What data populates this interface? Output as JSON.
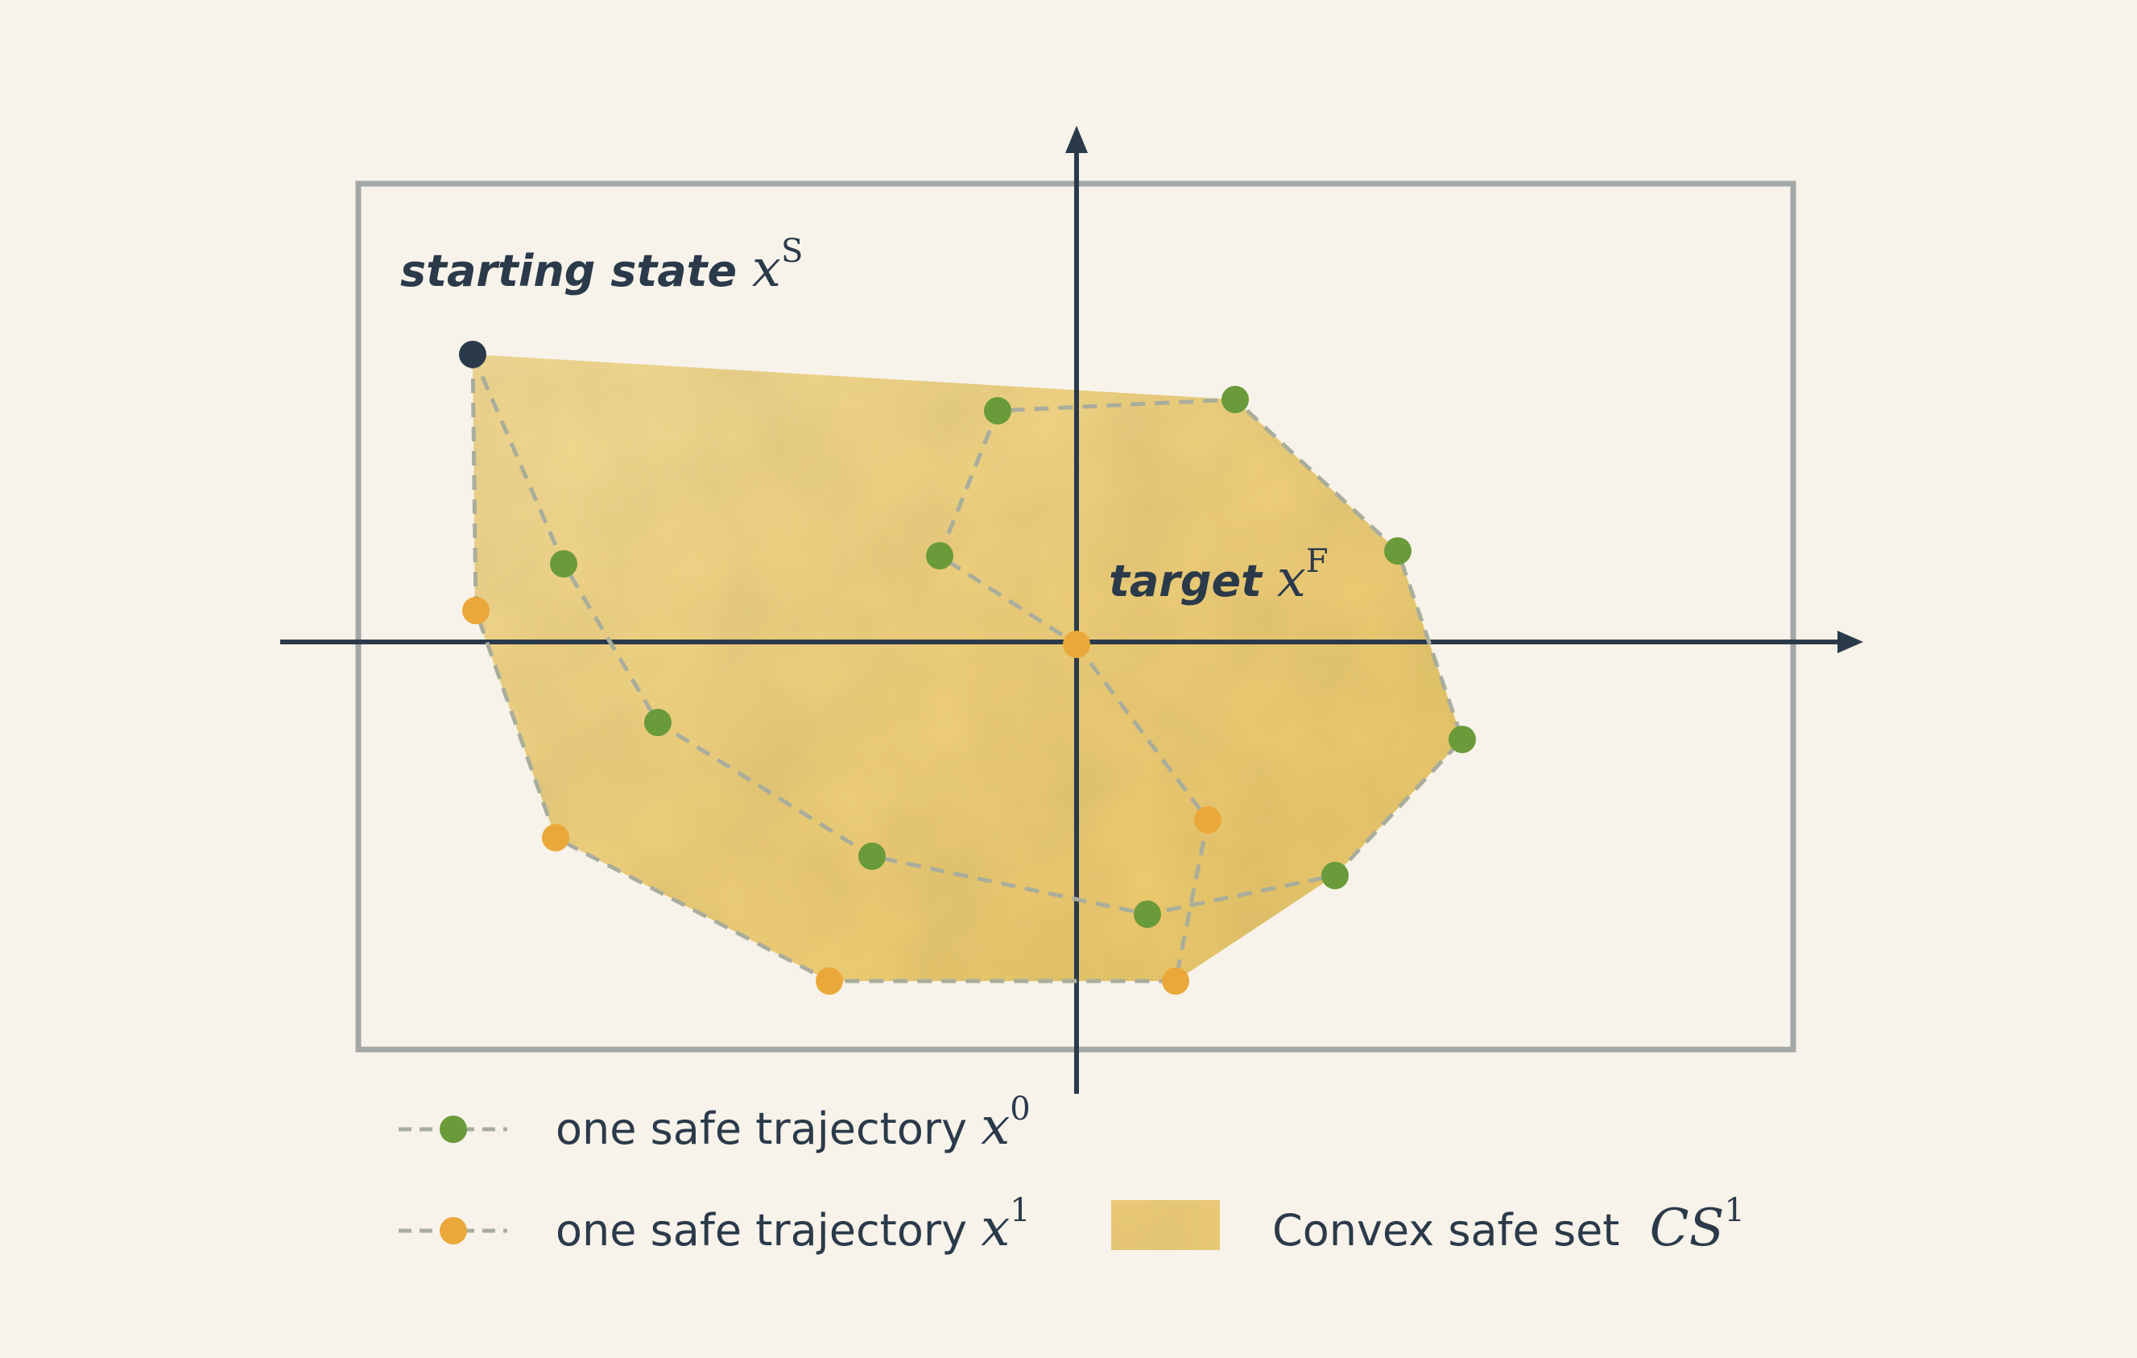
{
  "colors": {
    "background": "#f7f3ea",
    "ink": "#2b3a4a",
    "box": "#a3a7a6",
    "fill": "#f0cd72",
    "green": "#6a9a3a",
    "orange": "#eba83a",
    "dash": "#a9ad9c",
    "start": "#2b3a4a"
  },
  "labels": {
    "start": {
      "prefix": "starting state ",
      "var": "x",
      "sup": "S"
    },
    "target": {
      "prefix": "target ",
      "var": "x",
      "sup": "F"
    }
  },
  "legend": {
    "traj0": {
      "text": "one safe trajectory ",
      "var": "x",
      "sup": "0"
    },
    "traj1": {
      "text": "one safe trajectory ",
      "var": "x",
      "sup": "1"
    },
    "set": {
      "text": "Convex safe set ",
      "var": "CS",
      "sup": "1"
    }
  }
}
